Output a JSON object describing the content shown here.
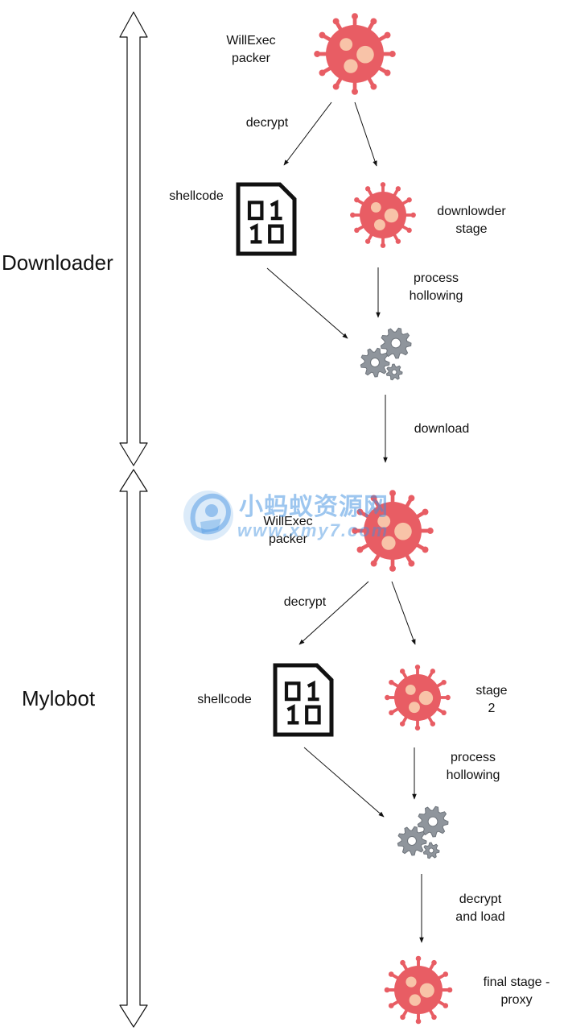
{
  "phases": {
    "downloader": "Downloader",
    "mylobot": "Mylobot"
  },
  "downloader_phase": {
    "packer_label": "WillExec\npacker",
    "decrypt_label": "decrypt",
    "shellcode_label": "shellcode",
    "stage_label": "downlowder\nstage",
    "hollowing_label": "process\nhollowing",
    "download_label": "download"
  },
  "mylobot_phase": {
    "packer_label": "WillExec\npacker",
    "decrypt_label": "decrypt",
    "shellcode_label": "shellcode",
    "stage_label": "stage\n2",
    "hollowing_label": "process\nhollowing",
    "decrypt_load_label": "decrypt\nand load",
    "final_label": "final stage -\nproxy"
  },
  "watermark": {
    "title": "小蚂蚁资源网",
    "url": "www.xmy7.com"
  },
  "icons": {
    "malware": "virus-icon",
    "binary": "binary-file-icon",
    "process": "gears-icon"
  },
  "colors": {
    "virus": "#e85d64",
    "virus_spot": "#f8c3a8",
    "gear": "#8f959c",
    "watermark": "#3d8fe0",
    "ink": "#111111"
  }
}
